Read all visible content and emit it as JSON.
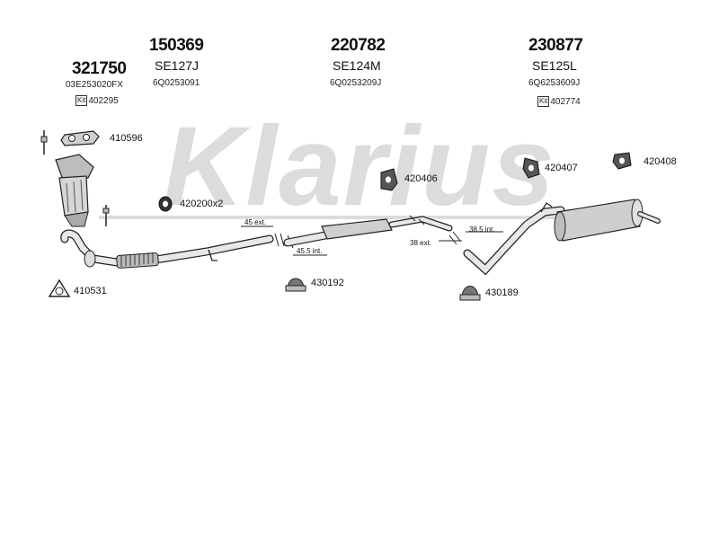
{
  "watermark": "Klarius",
  "groups": [
    {
      "part_number": "321750",
      "oem": "03E253020FX",
      "kit_prefix": "Kit",
      "kit_number": "402295"
    },
    {
      "part_number": "150369",
      "code": "SE127J",
      "oem": "6Q0253091"
    },
    {
      "part_number": "220782",
      "code": "SE124M",
      "oem": "6Q0253209J"
    },
    {
      "part_number": "230877",
      "code": "SE125L",
      "oem": "6Q6253609J",
      "kit_prefix": "Kit",
      "kit_number": "402774"
    }
  ],
  "fittings": {
    "f410596": "410596",
    "f420200": "420200x2",
    "f410531": "410531",
    "f420406": "420406",
    "f430192": "430192",
    "f420407": "420407",
    "f420408": "420408",
    "f430189": "430189"
  },
  "dimensions": {
    "d1": "45 ext.",
    "d2": "45.5 int.",
    "d3": "38 ext.",
    "d4": "38.5 int."
  }
}
